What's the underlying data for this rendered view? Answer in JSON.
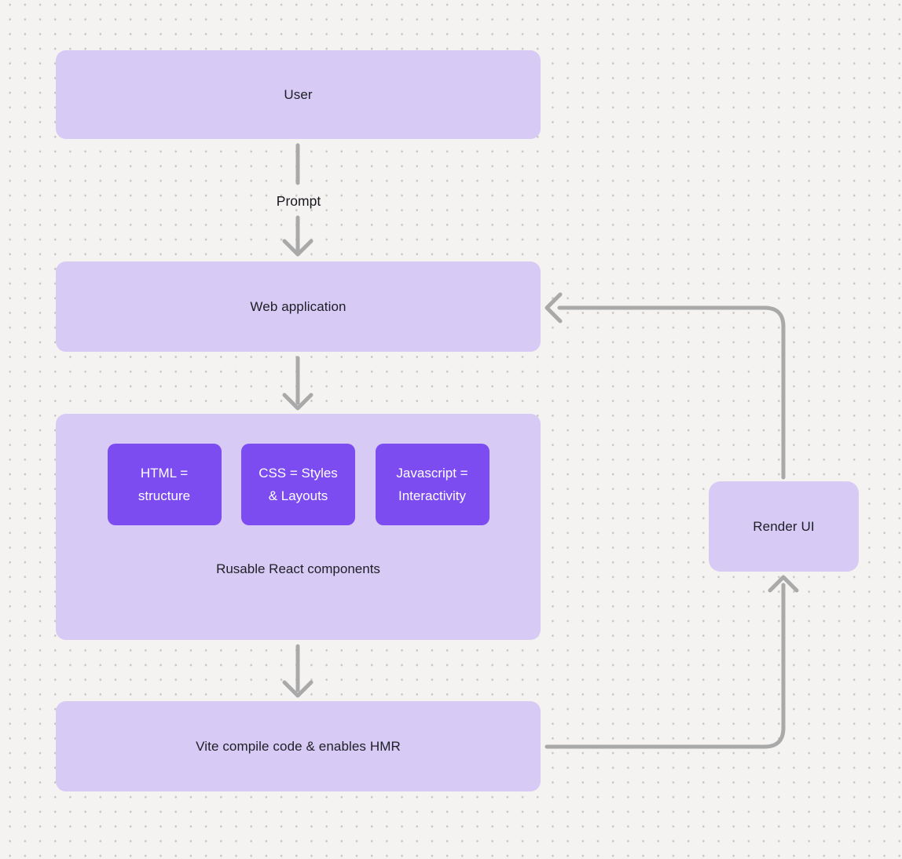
{
  "colors": {
    "background": "#f4f3f2",
    "dot": "#c9c6c3",
    "node_fill": "#d7cbf5",
    "chip_fill": "#7c4cf0",
    "chip_text": "#ffffff",
    "node_text": "#1e1e26",
    "arrow": "#a9a9a9"
  },
  "nodes": {
    "user": {
      "label": "User"
    },
    "web_application": {
      "label": "Web application"
    },
    "components": {
      "caption": "Rusable React components",
      "chips": [
        {
          "lines": [
            "HTML =",
            "structure"
          ]
        },
        {
          "lines": [
            "CSS = Styles",
            "& Layouts"
          ]
        },
        {
          "lines": [
            "Javascript =",
            "Interactivity"
          ]
        }
      ]
    },
    "vite": {
      "label": "Vite compile code & enables HMR"
    },
    "render_ui": {
      "label": "Render UI"
    }
  },
  "edges": {
    "user_to_web": {
      "label": "Prompt"
    }
  }
}
